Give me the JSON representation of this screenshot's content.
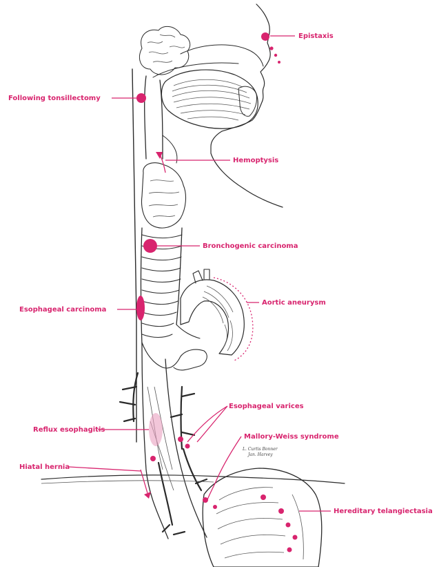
{
  "labels": {
    "epistaxis": "Epistaxis",
    "following_tonsillectomy": "Following tonsillectomy",
    "hemoptysis": "Hemoptysis",
    "bronchogenic_carcinoma": "Bronchogenic carcinoma",
    "aortic_aneurysm": "Aortic aneurysm",
    "esophageal_carcinoma": "Esophageal carcinoma",
    "esophageal_varices": "Esophageal varices",
    "reflux_esophagitis": "Reflux esophagitis",
    "mallory_weiss_syndrome": "Mallory-Weiss syndrome",
    "hiatal_hernia": "Hiatal hernia",
    "hereditary_telangiectasia": "Hereditary telangiectasia"
  },
  "signature": {
    "line1": "L. Curtis Bonner",
    "line2": "Jan. Harvey"
  },
  "colors": {
    "label": "#d8246e",
    "ink": "#2a2a2a"
  }
}
